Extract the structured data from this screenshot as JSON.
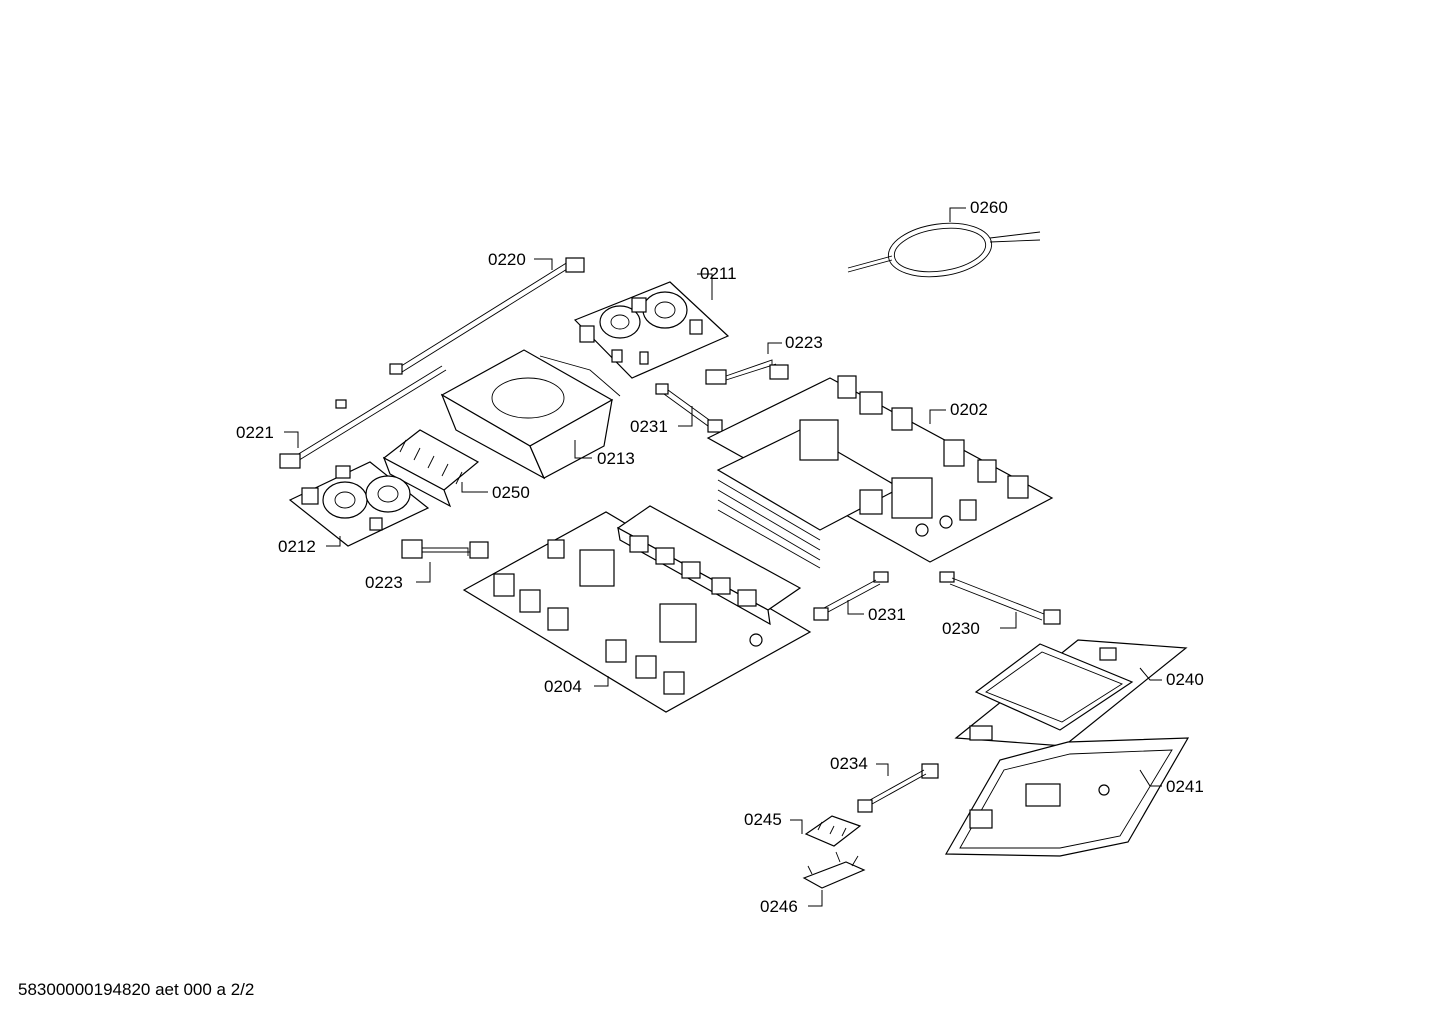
{
  "labels": {
    "p0260": "0260",
    "p0220": "0220",
    "p0211": "0211",
    "p0223a": "0223",
    "p0202": "0202",
    "p0231a": "0231",
    "p0213": "0213",
    "p0221": "0221",
    "p0250": "0250",
    "p0212": "0212",
    "p0223b": "0223",
    "p0204": "0204",
    "p0231b": "0231",
    "p0230": "0230",
    "p0240": "0240",
    "p0234": "0234",
    "p0241": "0241",
    "p0245": "0245",
    "p0246": "0246"
  },
  "footer": "58300000194820 aet 000 a 2/2"
}
